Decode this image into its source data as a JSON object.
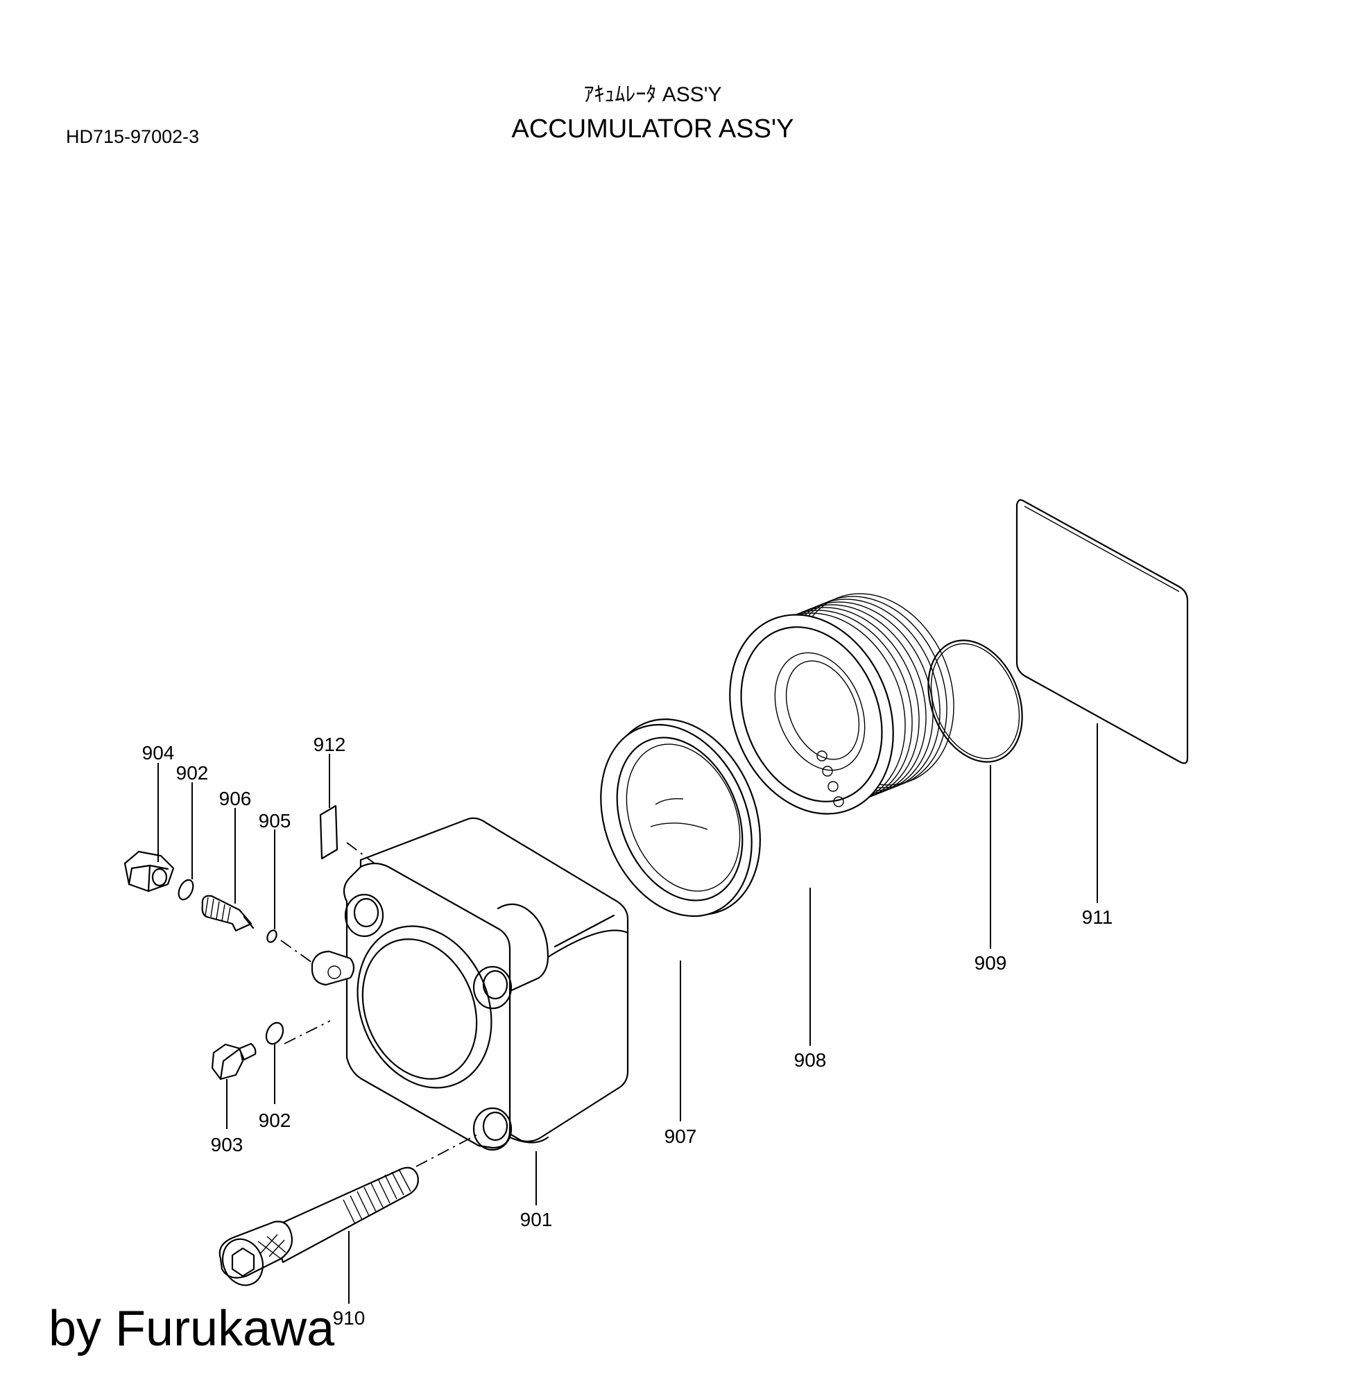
{
  "header": {
    "drawing_code": "HD715-97002-3",
    "title_jp": "ｱｷｭﾑﾚｰﾀ ASS'Y",
    "title_en": "ACCUMULATOR ASS'Y"
  },
  "callouts": {
    "p901": "901",
    "p902a": "902",
    "p902b": "902",
    "p903": "903",
    "p904": "904",
    "p905": "905",
    "p906": "906",
    "p907": "907",
    "p908": "908",
    "p909": "909",
    "p910": "910",
    "p911": "911",
    "p912": "912"
  },
  "watermark": "by Furukawa"
}
